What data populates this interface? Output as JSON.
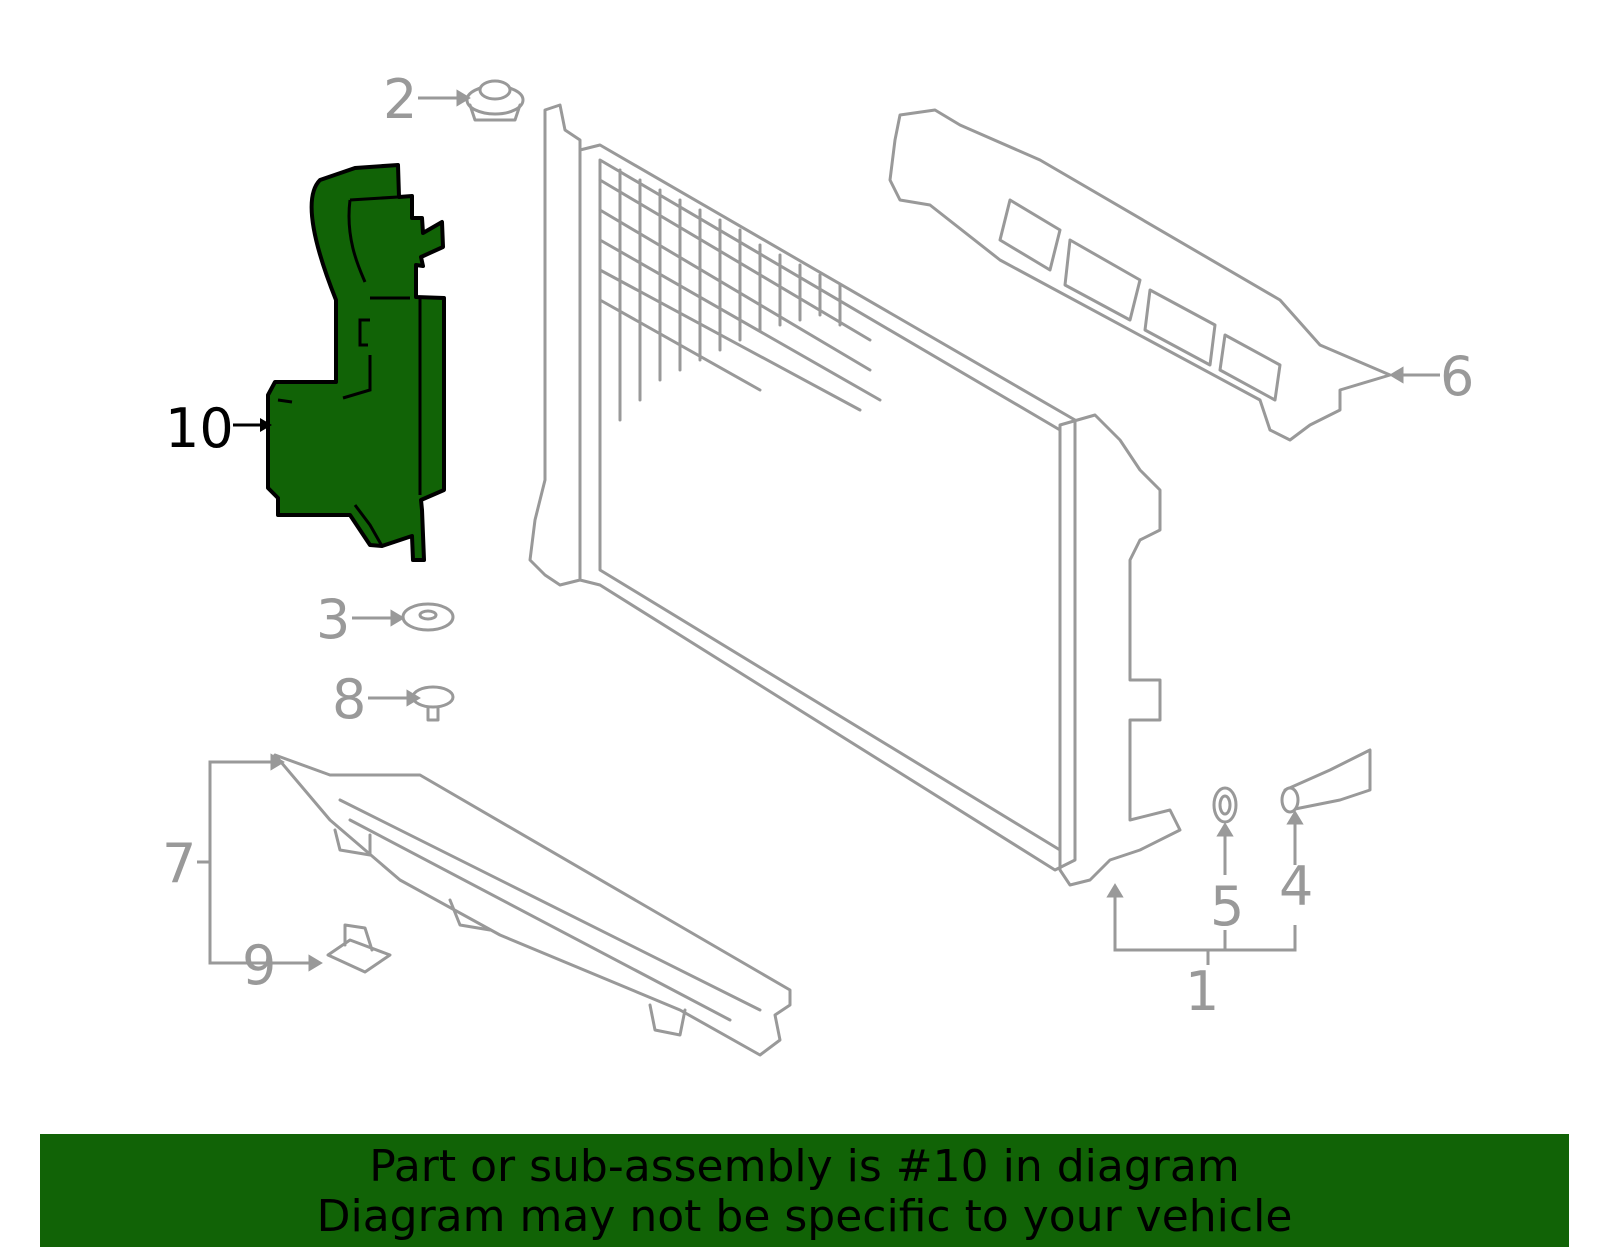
{
  "diagram": {
    "callouts": [
      {
        "id": "1",
        "label": "1"
      },
      {
        "id": "2",
        "label": "2"
      },
      {
        "id": "3",
        "label": "3"
      },
      {
        "id": "4",
        "label": "4"
      },
      {
        "id": "5",
        "label": "5"
      },
      {
        "id": "6",
        "label": "6"
      },
      {
        "id": "7",
        "label": "7"
      },
      {
        "id": "8",
        "label": "8"
      },
      {
        "id": "9",
        "label": "9"
      },
      {
        "id": "10",
        "label": "10"
      }
    ],
    "highlighted_part": "10",
    "highlight_color": "#116306",
    "line_color": "#999999"
  },
  "banner": {
    "line1": "Part or sub-assembly is #10 in diagram",
    "line2": "Diagram may not be specific to your vehicle",
    "background": "#116306"
  }
}
